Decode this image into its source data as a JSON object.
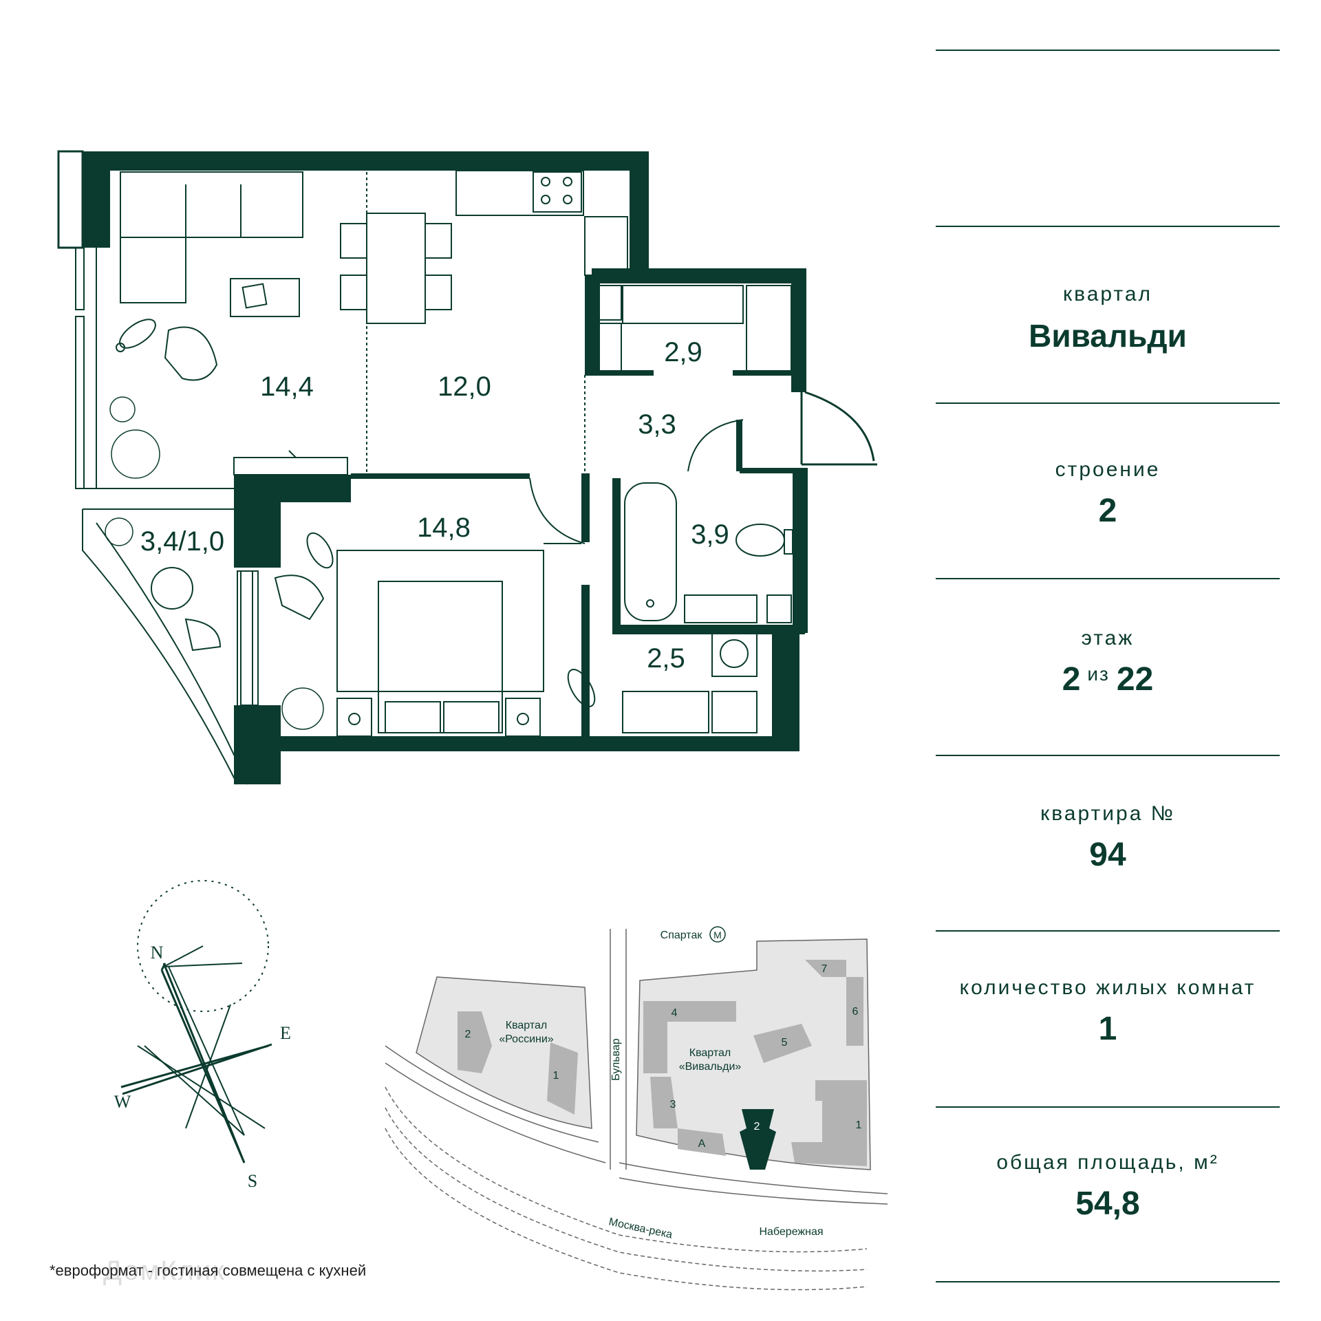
{
  "plan": {
    "rooms": [
      {
        "id": "living",
        "area": "14,4"
      },
      {
        "id": "kitchen",
        "area": "12,0"
      },
      {
        "id": "wardrobe",
        "area": "2,9"
      },
      {
        "id": "hall",
        "area": "3,3"
      },
      {
        "id": "bathroom",
        "area": "3,9"
      },
      {
        "id": "bedroom",
        "area": "14,8"
      },
      {
        "id": "corridor",
        "area": "2,5"
      },
      {
        "id": "balcony",
        "area": "3,4/1,0"
      }
    ]
  },
  "info": {
    "district_label": "квартал",
    "district_value": "Вивальди",
    "building_label": "строение",
    "building_value": "2",
    "floor_label": "этаж",
    "floor_value": "2",
    "floor_of": "из",
    "floor_total": "22",
    "apartment_label": "квартира №",
    "apartment_value": "94",
    "rooms_label": "количество жилых комнат",
    "rooms_value": "1",
    "area_label": "общая площадь, м²",
    "area_value": "54,8"
  },
  "compass": {
    "n": "N",
    "s": "S",
    "e": "E",
    "w": "W"
  },
  "site_map": {
    "metro": "Спартак",
    "metro_icon": "М",
    "quarter_rossini": "Квартал",
    "quarter_rossini_name": "«Россини»",
    "quarter_vivaldi": "Квартал",
    "quarter_vivaldi_name": "«Вивальди»",
    "boulevard": "Бульвар",
    "river": "Москва-река",
    "embankment": "Набережная",
    "buildings": [
      "1",
      "2",
      "3",
      "4",
      "5",
      "6",
      "7",
      "A"
    ],
    "rossini_buildings": [
      "1",
      "2"
    ],
    "highlight_building": "2"
  },
  "footnote": "*евроформат - гостиная совмещена с кухней",
  "watermark": "ДомКлик",
  "colors": {
    "accent": "#0b3b2e",
    "map_fill": "#e6e6e6",
    "map_building": "#b3b3b3"
  }
}
